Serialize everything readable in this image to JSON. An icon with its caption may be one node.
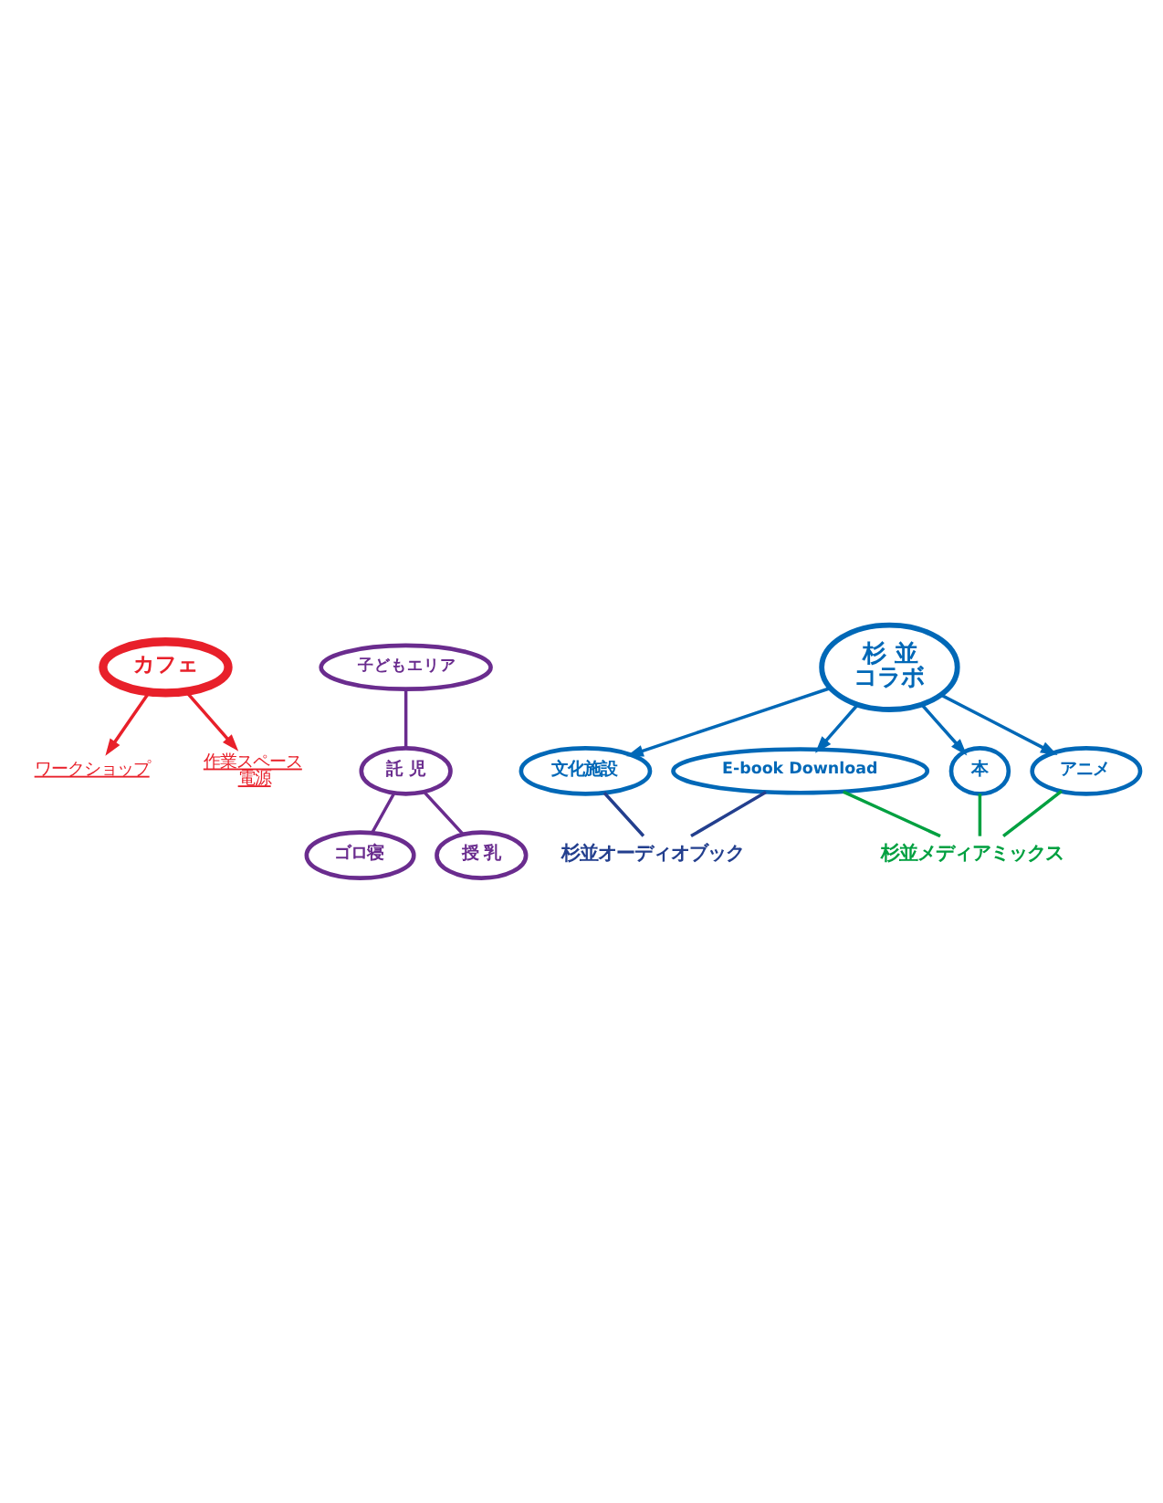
{
  "diagram": {
    "nodes": [
      {
        "text": [
          "カフェ"
        ]
      },
      {
        "text": [
          "ワークショップ"
        ]
      },
      {
        "text": [
          "作業スペース",
          "電源"
        ]
      },
      {
        "text": [
          "子どもエリア"
        ]
      },
      {
        "text": [
          "託 児"
        ]
      },
      {
        "text": [
          "ゴロ寝"
        ]
      },
      {
        "text": [
          "授 乳"
        ]
      },
      {
        "text": [
          "杉 並",
          "コラボ"
        ]
      },
      {
        "text": [
          "E-book Download"
        ]
      },
      {
        "text": [
          "本"
        ]
      },
      {
        "text": [
          "文化施設"
        ]
      },
      {
        "text": [
          "アニメ"
        ]
      },
      {
        "text": [
          "杉並オーディオブック"
        ]
      },
      {
        "text": [
          "杉並メディアミックス"
        ]
      }
    ],
    "edges": [
      {
        "from": 0,
        "to": 1,
        "arrow": "to",
        "color": "#e8202a"
      },
      {
        "from": 0,
        "to": 2,
        "arrow": "to",
        "color": "#e8202a"
      },
      {
        "from": 3,
        "to": 4,
        "arrow": "none",
        "color": "#6a2c8e"
      },
      {
        "from": 4,
        "to": 5,
        "arrow": "none",
        "color": "#6a2c8e"
      },
      {
        "from": 4,
        "to": 6,
        "arrow": "none",
        "color": "#6a2c8e"
      },
      {
        "from": 7,
        "to": 8,
        "arrow": "to"
      },
      {
        "from": 7,
        "to": 9,
        "arrow": "to"
      },
      {
        "from": 7,
        "to": 10,
        "arrow": "to"
      },
      {
        "from": 7,
        "to": 11,
        "arrow": "to"
      },
      {
        "from": 10,
        "to": 12,
        "arrow": "none",
        "color": "#233f8e"
      },
      {
        "from": 8,
        "to": 12,
        "arrow": "none",
        "color": "#233f8e"
      },
      {
        "from": 9,
        "to": 13,
        "arrow": "none",
        "color": "#00a040"
      },
      {
        "from": 11,
        "to": 13,
        "arrow": "none",
        "color": "#00a040"
      },
      {
        "from": 8,
        "to": 13,
        "arrow": "none",
        "color": "#00a040"
      }
    ]
  }
}
